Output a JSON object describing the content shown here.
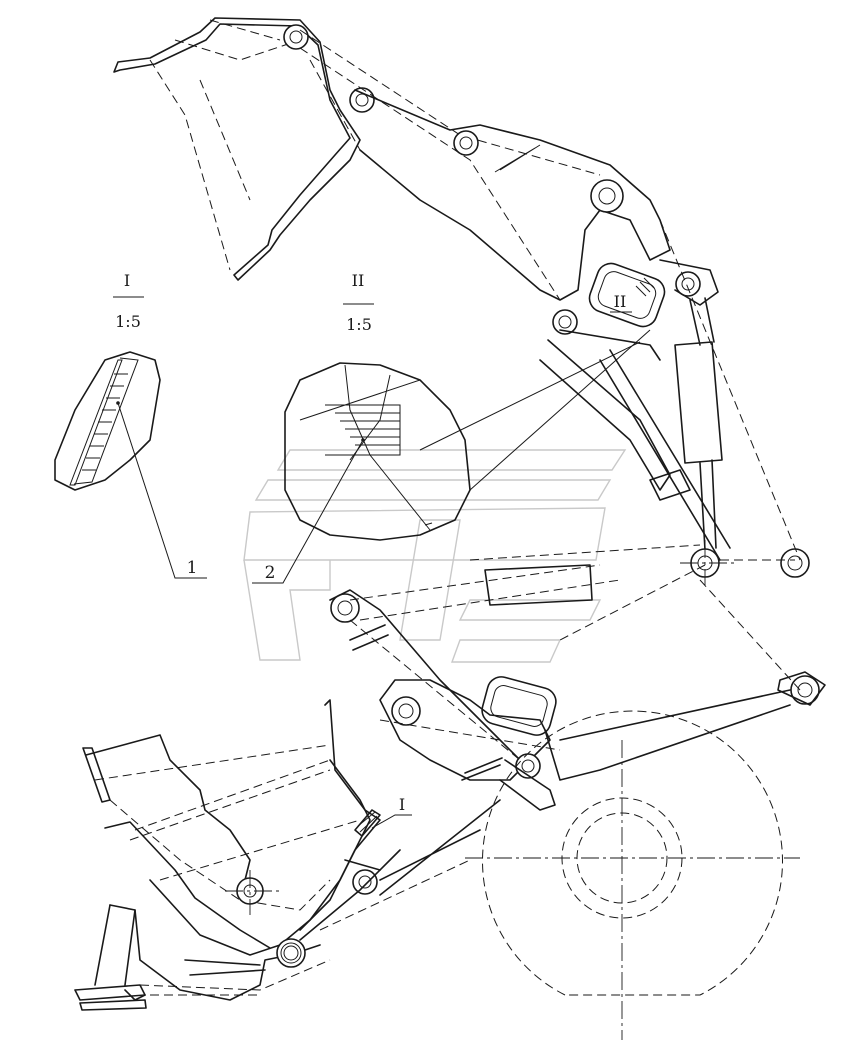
{
  "detail_views": [
    {
      "id": "I",
      "scale": "1:5"
    },
    {
      "id": "II",
      "scale": "1:5"
    }
  ],
  "section_marks": {
    "detail_I": "I",
    "detail_II": "II"
  },
  "callouts": [
    "1",
    "2"
  ]
}
